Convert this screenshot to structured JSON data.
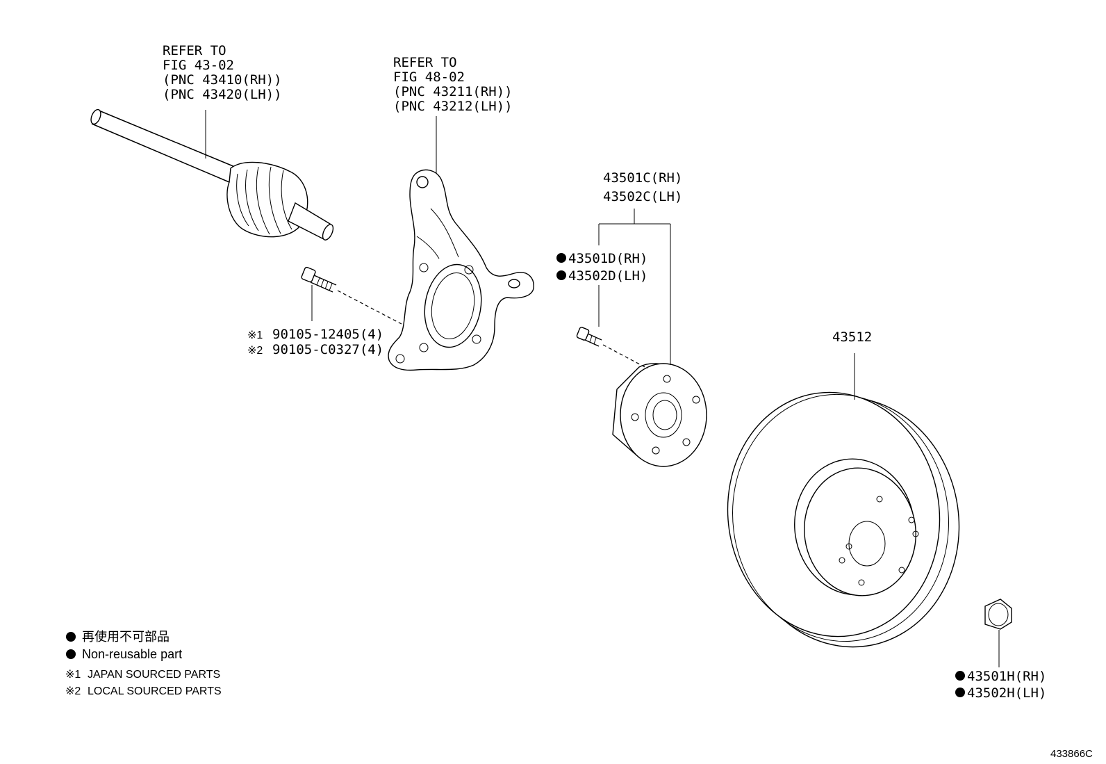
{
  "labels": {
    "drive_shaft": [
      "REFER TO",
      "FIG 43-02",
      "(PNC 43410(RH))",
      "(PNC 43420(LH))"
    ],
    "knuckle": [
      "REFER TO",
      "FIG 48-02",
      "(PNC 43211(RH))",
      "(PNC 43212(LH))"
    ],
    "hub_assy": [
      "43501C(RH)",
      "43502C(LH)"
    ],
    "hub_bolt": [
      "43501D(RH)",
      "43502D(LH)"
    ],
    "knuckle_bolt": [
      "90105-12405(4)",
      "90105-C0327(4)"
    ],
    "knuckle_bolt_marks": [
      "※1",
      "※2"
    ],
    "disc": "43512",
    "nut": [
      "43501H(RH)",
      "43502H(LH)"
    ]
  },
  "legend": {
    "items": [
      {
        "symbol": "●",
        "text": "再使用不可部品"
      },
      {
        "symbol": "●",
        "text": "Non-reusable part"
      },
      {
        "symbol": "※1",
        "text": "JAPAN SOURCED PARTS"
      },
      {
        "symbol": "※2",
        "text": "LOCAL SOURCED PARTS"
      }
    ]
  },
  "figure_code": "433866C"
}
